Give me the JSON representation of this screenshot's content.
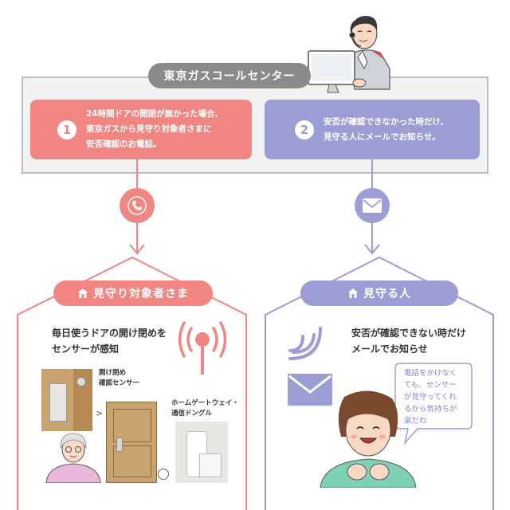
{
  "center": {
    "title": "東京ガスコールセンター"
  },
  "cards": [
    {
      "number": "1",
      "lines": [
        "24時間ドアの開閉が無かった場合、",
        "東京ガスから見守り対象者さまに",
        "安否確認のお電話。"
      ],
      "color": "#f08582"
    },
    {
      "number": "2",
      "lines": [
        "安否が確認できなかった時だけ、",
        "見守る人にメールでお知らせ。"
      ],
      "color": "#9c9dd4"
    }
  ],
  "left": {
    "title": "見守り対象者さま",
    "icon": "phone-icon",
    "description": [
      "毎日使うドアの開け閉めを",
      "センサーが感知"
    ],
    "sensor_label": [
      "開け閉め",
      "確認センサー"
    ],
    "gateway_label": [
      "ホームゲートウェイ・",
      "通信ドングル"
    ]
  },
  "right": {
    "title": "見守る人",
    "icon": "mail-icon",
    "description": [
      "安否が確認できない時だけ",
      "メールでお知らせ"
    ],
    "bubble": [
      "電話をかけなく",
      "ても、センサー",
      "が見守ってくれ",
      "るから気持ちが",
      "楽だわ"
    ]
  },
  "colors": {
    "red": "#f08582",
    "purple": "#9c9dd4",
    "gray": "#8a8a8a"
  }
}
